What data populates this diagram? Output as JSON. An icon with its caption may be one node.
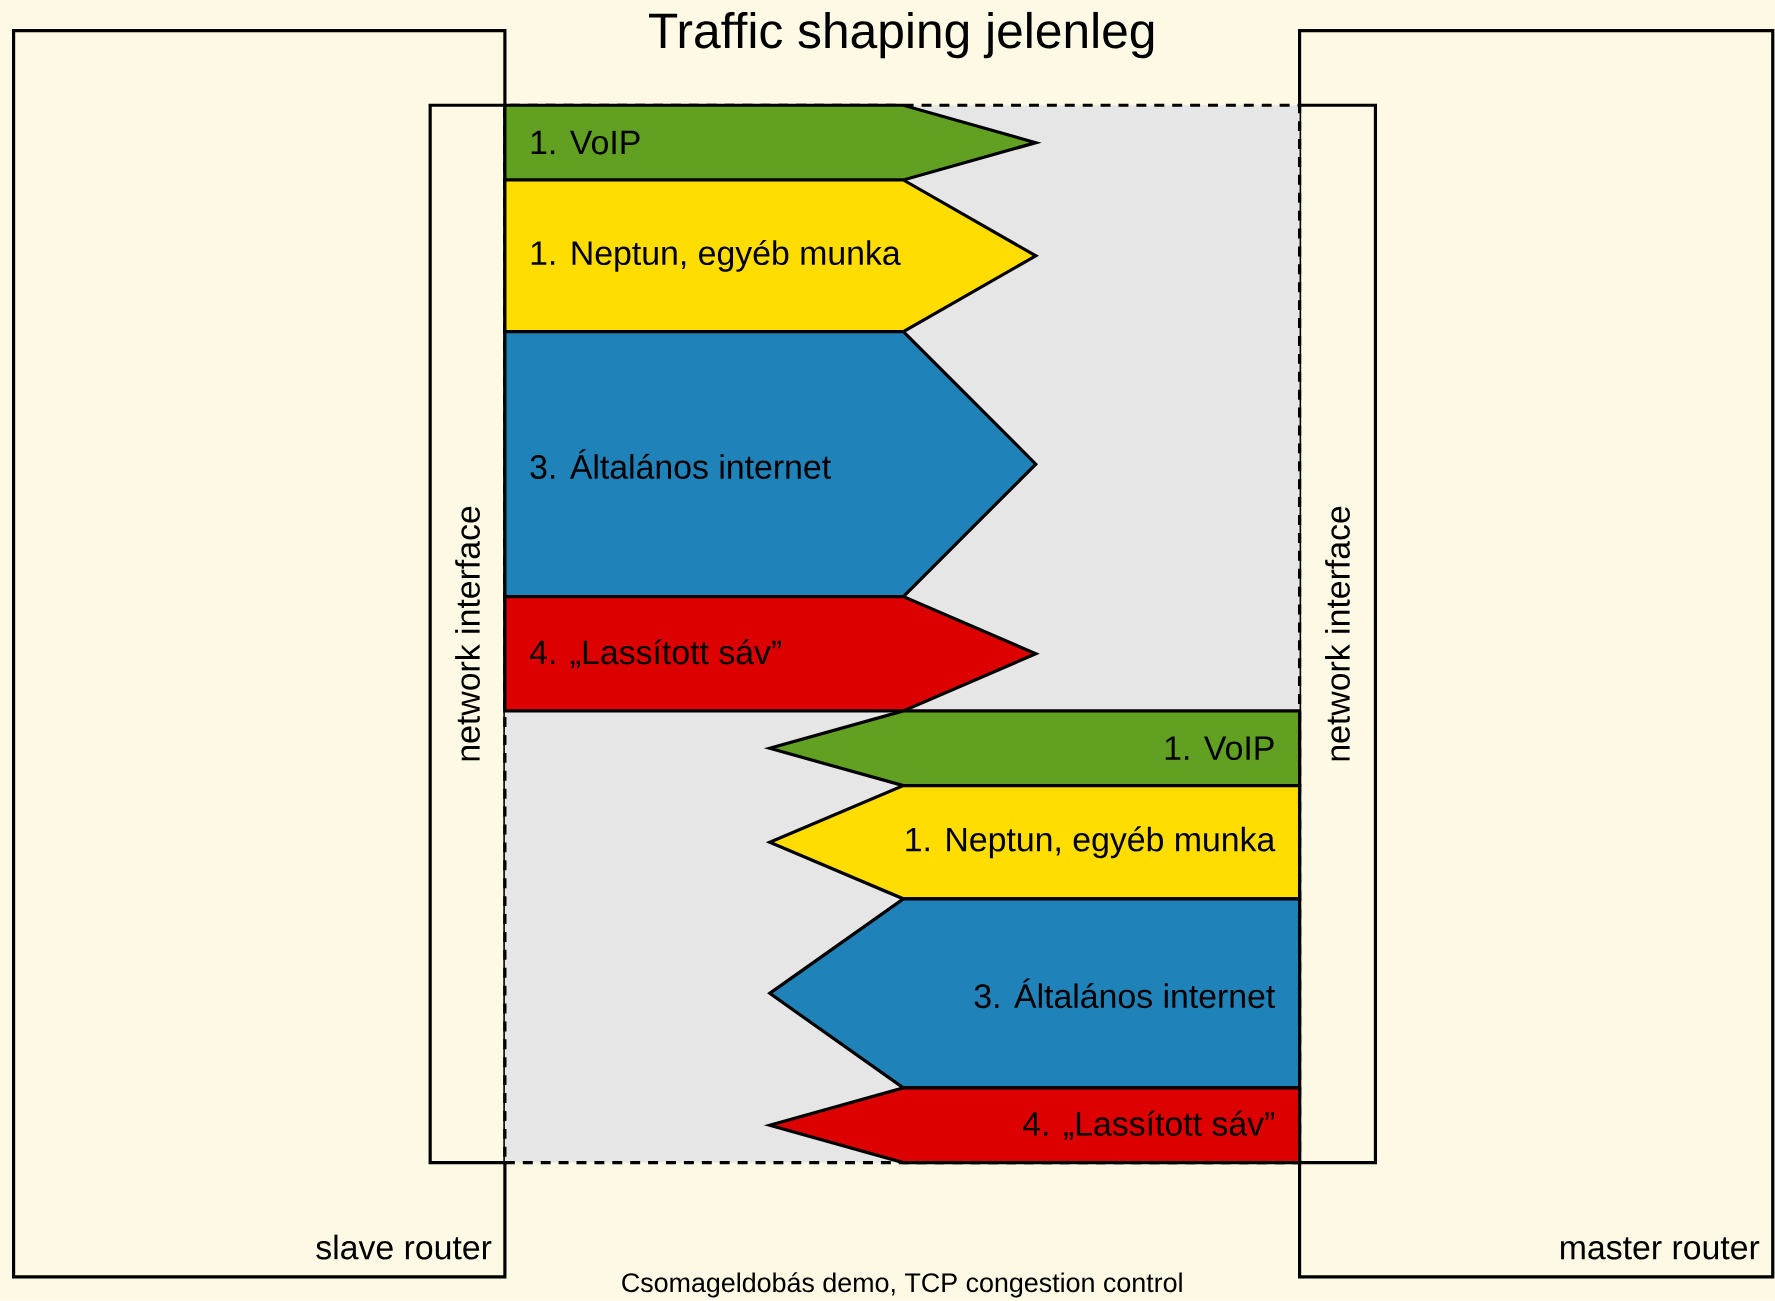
{
  "diagram": {
    "title": "Traffic shaping jelenleg",
    "caption": "Csomageldobás demo, TCP congestion control",
    "nodes": [
      {
        "text": [
          "slave router"
        ]
      },
      {
        "text": [
          "network interface"
        ],
        "in": 0
      },
      {
        "text": [],
        "shape": "box"
      },
      {
        "text": [
          "1. VoIP"
        ],
        "in": 2
      },
      {
        "text": [
          "1. Neptun, egyéb munka"
        ],
        "in": 2
      },
      {
        "text": [
          "3. Általános internet"
        ],
        "in": 2
      },
      {
        "text": [
          "4. „Lassított sáv”"
        ],
        "in": 2
      },
      {
        "text": [
          "master router"
        ]
      },
      {
        "text": [
          "network interface"
        ],
        "in": 7
      },
      {
        "text": [
          "1. VoIP"
        ],
        "in": 2
      },
      {
        "text": [
          "1. Neptun, egyéb munka"
        ],
        "in": 2
      },
      {
        "text": [
          "3. Általános internet"
        ],
        "in": 2
      },
      {
        "text": [
          "4. „Lassított sáv”"
        ],
        "in": 2
      }
    ]
  }
}
